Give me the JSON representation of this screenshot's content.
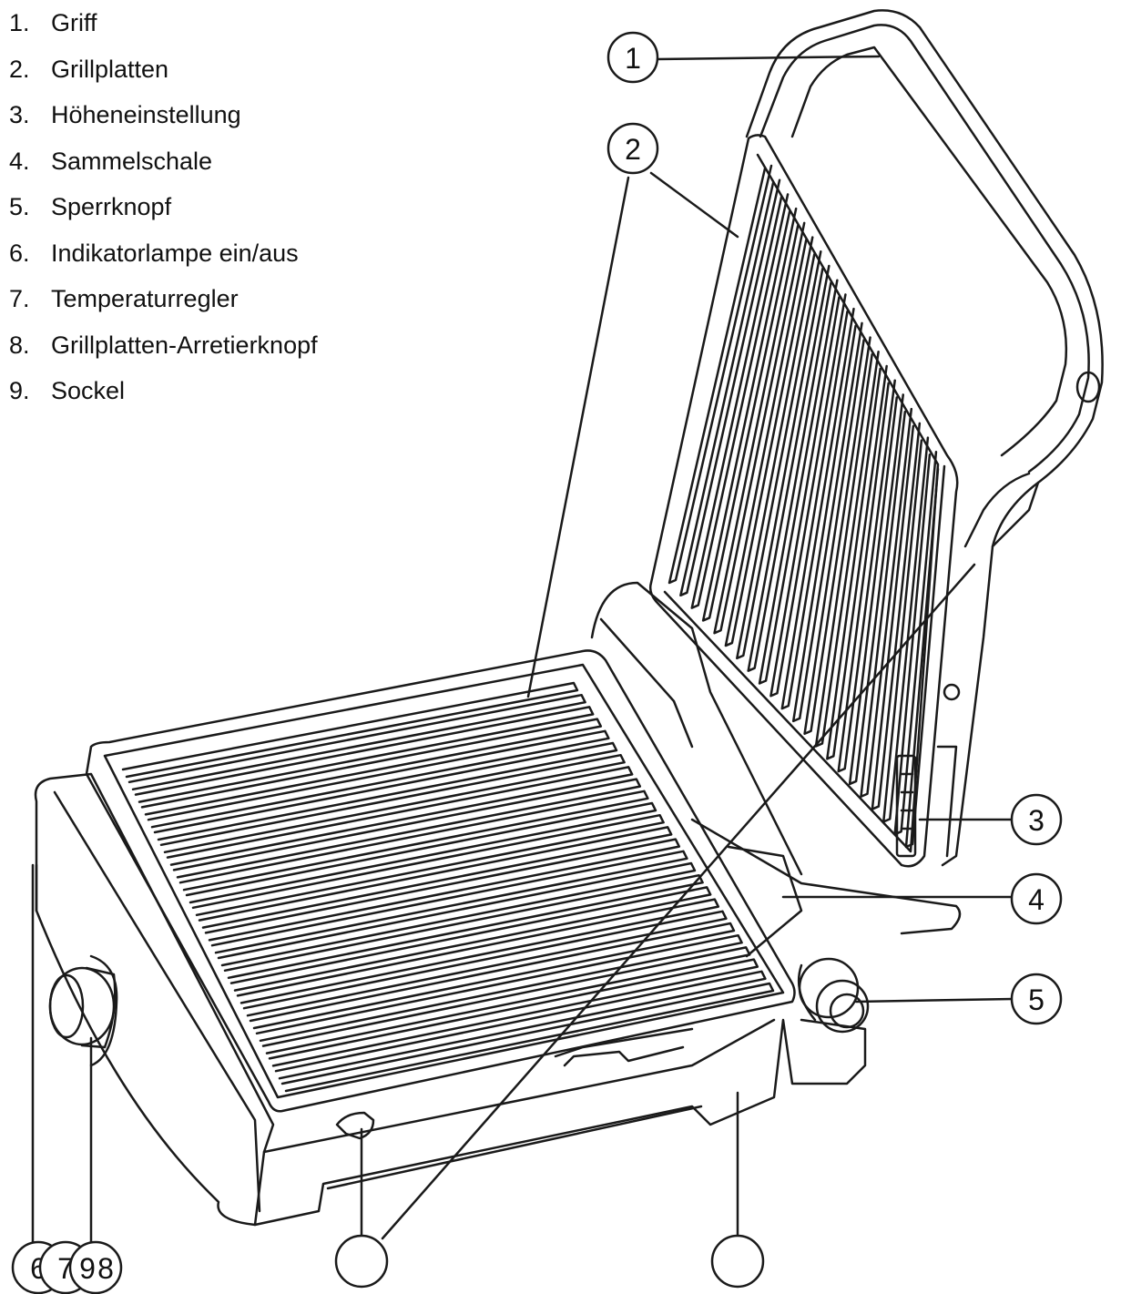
{
  "legend": [
    {
      "number": "1.",
      "label": "Griff"
    },
    {
      "number": "2.",
      "label": "Grillplatten"
    },
    {
      "number": "3.",
      "label": "Höheneinstellung"
    },
    {
      "number": "4.",
      "label": "Sammelschale"
    },
    {
      "number": "5.",
      "label": "Sperrknopf"
    },
    {
      "number": "6.",
      "label": "Indikatorlampe ein/aus"
    },
    {
      "number": "7.",
      "label": "Temperaturregler"
    },
    {
      "number": "8.",
      "label": "Grillplatten-Arretierknopf"
    },
    {
      "number": "9.",
      "label": "Sockel"
    }
  ],
  "callouts": {
    "c1": "1",
    "c2": "2",
    "c3": "3",
    "c4": "4",
    "c5": "5",
    "c6": "6",
    "c7": "7",
    "c9": "9",
    "c8": "8",
    "c_bottom_a": "",
    "c_bottom_b": ""
  },
  "colors": {
    "line": "#1a1a1a",
    "background": "#ffffff"
  }
}
